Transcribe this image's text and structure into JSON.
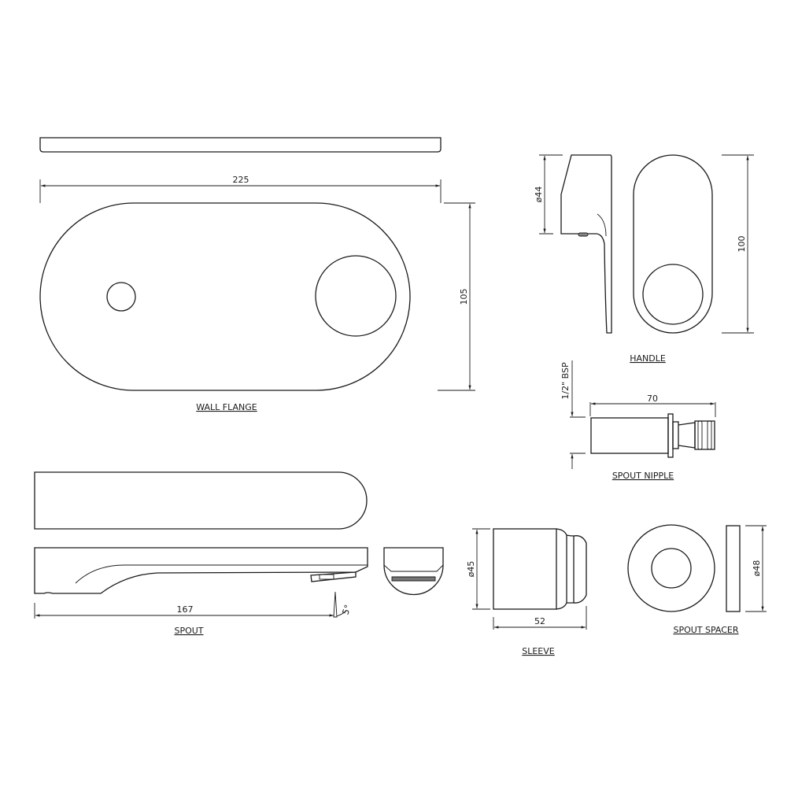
{
  "drawing": {
    "wall_flange": {
      "label": "WALL FLANGE",
      "width_dim": "225",
      "height_dim": "105"
    },
    "handle": {
      "label": "HANDLE",
      "diameter_dim": "ø44",
      "height_dim": "100"
    },
    "spout_nipple": {
      "label": "SPOUT NIPPLE",
      "length_dim": "70",
      "thread_dim": "1/2\" BSP"
    },
    "spout": {
      "label": "SPOUT",
      "length_dim": "167",
      "angle_dim": "5°"
    },
    "sleeve": {
      "label": "SLEEVE",
      "diameter_dim": "ø45",
      "length_dim": "52"
    },
    "spout_spacer": {
      "label": "SPOUT SPACER",
      "diameter_dim": "ø48"
    }
  }
}
